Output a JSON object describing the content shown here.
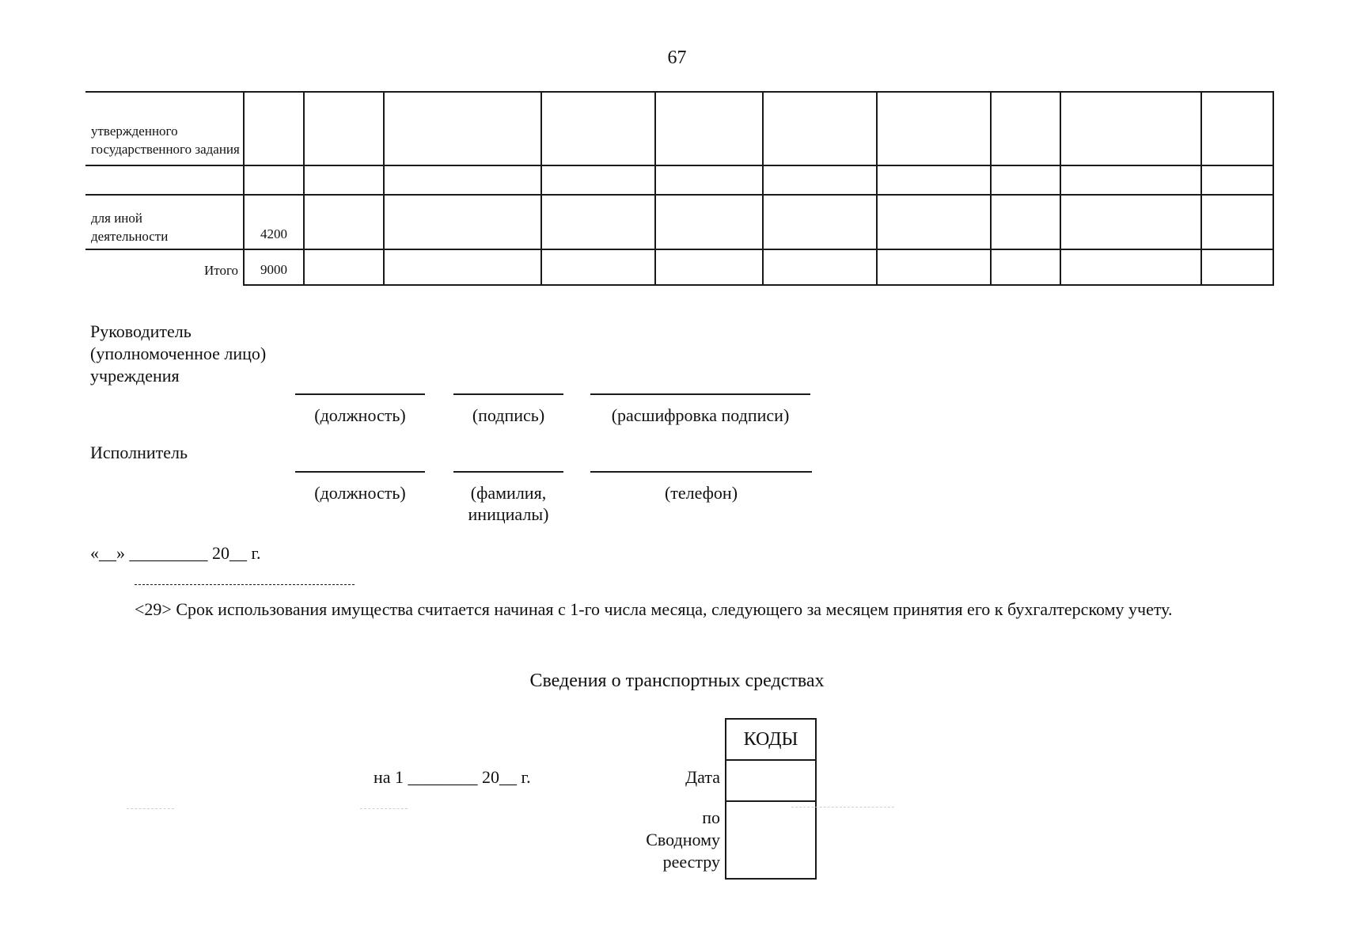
{
  "page_number": "67",
  "table": {
    "row1_label": "утвержденного государственного задания",
    "row3_label": "для иной деятельности",
    "row3_code": "4200",
    "total_label": "Итого",
    "total_code": "9000"
  },
  "signatures": {
    "head_label_1": "Руководитель",
    "head_label_2": "(уполномоченное лицо)",
    "head_label_3": "учреждения",
    "head_cap_position": "(должность)",
    "head_cap_signature": "(подпись)",
    "head_cap_decoding": "(расшифровка подписи)",
    "executor_label": "Исполнитель",
    "exec_cap_position": "(должность)",
    "exec_cap_name_1": "(фамилия,",
    "exec_cap_name_2": "инициалы)",
    "exec_cap_phone": "(телефон)",
    "date_line": "«__» _________ 20__ г."
  },
  "footnote": "<29> Срок использования имущества считается начиная с 1-го числа месяца, следующего за месяцем принятия его к бухгалтерскому учету.",
  "section": {
    "title": "Сведения о транспортных средствах",
    "date_line": "на 1 ________ 20__ г.",
    "codes_header": "КОДЫ",
    "date_label": "Дата",
    "registry_label_1": "по",
    "registry_label_2": "Сводному",
    "registry_label_3": "реестру"
  }
}
